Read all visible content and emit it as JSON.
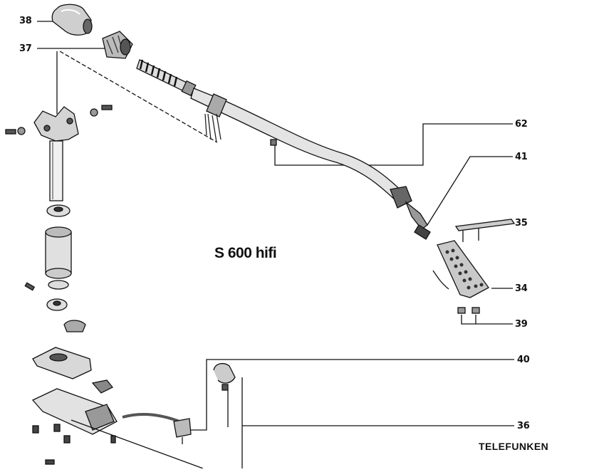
{
  "diagram": {
    "model": "S 600 hifi",
    "brand": "TELEFUNKEN",
    "callouts": {
      "c38": "38",
      "c37": "37",
      "c62": "62",
      "c41": "41",
      "c35": "35",
      "c34": "34",
      "c39": "39",
      "c40": "40",
      "c36": "36"
    }
  }
}
